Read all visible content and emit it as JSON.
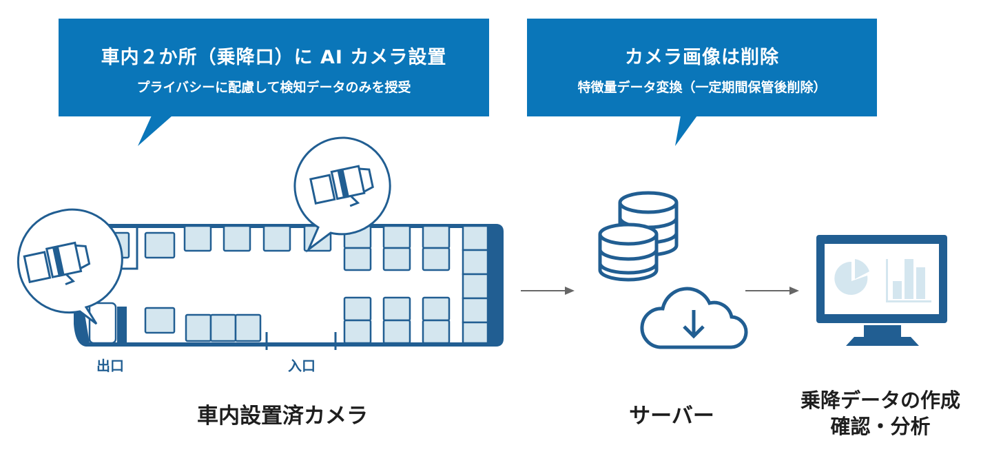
{
  "callouts": [
    {
      "title": "車内２か所（乗降口）に AI カメラ設置",
      "subtitle": "プライバシーに配慮して検知データのみを授受"
    },
    {
      "title": "カメラ画像は削除",
      "subtitle": "特徴量データ変換（一定期間保管後削除）"
    }
  ],
  "bus": {
    "exit_label": "出口",
    "entrance_label": "入口",
    "caption": "車内設置済カメラ"
  },
  "server": {
    "caption": "サーバー"
  },
  "output": {
    "caption_line1": "乗降データの作成",
    "caption_line2": "確認・分析"
  },
  "colors": {
    "callout_bg": "#0a76b9",
    "icon_blue": "#215e92",
    "seat_fill": "#d4e6ef",
    "arrow": "#666666"
  }
}
